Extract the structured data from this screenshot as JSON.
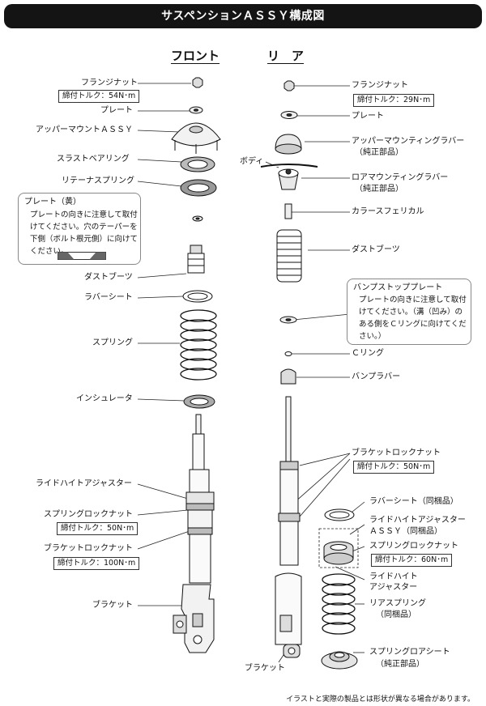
{
  "title": "サスペンションＡＳＳＹ構成図",
  "headers": {
    "front": "フロント",
    "rear": "リ　ア"
  },
  "front": {
    "flange_nut": "フランジナット",
    "flange_nut_torque": "締付トルク：54N･m",
    "plate": "プレート",
    "upper_mount": "アッパーマウントＡＳＳＹ",
    "thrust_bearing": "スラストベアリング",
    "retainer_spring": "リテーナスプリング",
    "note_title": "プレート（黄）",
    "note_body": "プレートの向きに注意して取付けてください。穴のテーパーを下側（ボルト根元側）に向けてください。",
    "dust_boot": "ダストブーツ",
    "rubber_sheet": "ラバーシート",
    "spring": "スプリング",
    "insulator": "インシュレータ",
    "ride_height_adjuster": "ライドハイトアジャスター",
    "spring_lock_nut": "スプリングロックナット",
    "spring_lock_nut_torque": "締付トルク：50N･m",
    "bracket_lock_nut": "ブラケットロックナット",
    "bracket_lock_nut_torque": "締付トルク：100N･m",
    "bracket": "ブラケット"
  },
  "rear": {
    "flange_nut": "フランジナット",
    "flange_nut_torque": "締付トルク：29N･m",
    "plate": "プレート",
    "upper_mounting_rubber": "アッパーマウンティングラバー",
    "upper_mounting_rubber_sub": "（純正部品）",
    "body": "ボディ",
    "lower_mounting_rubber": "ロアマウンティングラバー",
    "lower_mounting_rubber_sub": "（純正部品）",
    "collar": "カラースフェリカル",
    "dust_boot": "ダストブーツ",
    "note_title": "バンプストッププレート",
    "note_body": "プレートの向きに注意して取付けてください。（溝（凹み）のある側をＣリングに向けてください。）",
    "c_ring": "Ｃリング",
    "bump_rubber": "バンプラバー",
    "bracket_lock_nut": "ブラケットロックナット",
    "bracket_lock_nut_torque": "締付トルク：50N･m",
    "rubber_sheet": "ラバーシート（同梱品）",
    "ride_height_adjuster_assy": "ライドハイトアジャスター",
    "ride_height_adjuster_assy_2": "ＡＳＳＹ（同梱品）",
    "spring_lock_nut": "スプリングロックナット",
    "spring_lock_nut_torque": "締付トルク：60N･m",
    "ride_height_adjuster": "ライドハイト",
    "ride_height_adjuster_2": "アジャスター",
    "rear_spring": "リアスプリング",
    "rear_spring_sub": "（同梱品）",
    "spring_lower_seat": "スプリングロアシート",
    "spring_lower_seat_sub": "（純正部品）",
    "bracket": "ブラケット"
  },
  "footer": "イラストと実際の製品とは形状が異なる場合があります。"
}
